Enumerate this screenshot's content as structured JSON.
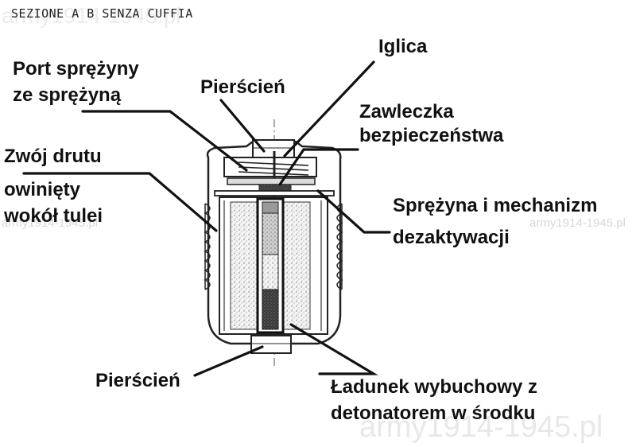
{
  "header": {
    "title": "SEZIONE A B   SENZA CUFFIA"
  },
  "labels": {
    "iglica": "Iglica",
    "port_line1": "Port sprężyny",
    "port_line2": "ze sprężyną",
    "pierscien_top": "Pierścień",
    "zawleczka_line1": "Zawleczka",
    "zawleczka_line2": "bezpieczeństwa",
    "zwoj_line1": "Zwój drutu",
    "zwoj_line2": "owinięty",
    "zwoj_line3": "wokół tulei",
    "sprezyna_line1": "Sprężyna i mechanizm",
    "sprezyna_line2": "dezaktywacji",
    "pierscien_bottom": "Pierścień",
    "ladunek_line1": "Ładunek wybuchowy z",
    "ladunek_line2": "detonatorem w środku"
  },
  "watermarks": {
    "top": "army1914-1945.pl",
    "left": "army1914-1945.pl",
    "right": "army1914-1945.pl",
    "bottom": "army1914-1945.pl"
  }
}
